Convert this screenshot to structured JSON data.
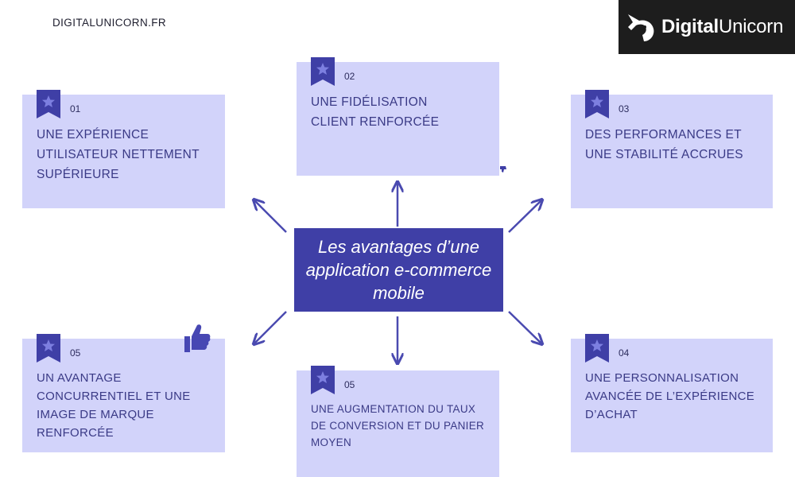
{
  "header": {
    "site_url": "DIGITALUNICORN.FR",
    "logo_bold": "Digital",
    "logo_light": "Unicorn"
  },
  "center": {
    "title": "Les avantages d’une application e-commerce mobile"
  },
  "cards": {
    "c01": {
      "number": "01",
      "text": "UNE EXPÉRIENCE UTILISATEUR NETTEMENT SUPÉRIEURE"
    },
    "c02": {
      "number": "02",
      "text": "UNE FIDÉLISATION CLIENT RENFORCÉE"
    },
    "c03": {
      "number": "03",
      "text": "DES PERFORMANCES ET UNE STABILITÉ ACCRUES"
    },
    "c05a": {
      "number": "05",
      "text": "UN AVANTAGE CONCURRENTIEL ET UNE IMAGE DE MARQUE RENFORCÉE"
    },
    "c05b": {
      "number": "05",
      "text": "UNE AUGMENTATION DU TAUX DE CONVERSION ET DU PANIER MOYEN"
    },
    "c04": {
      "number": "04",
      "text": "UNE PERSONNALISATION AVANCÉE DE L’EXPÉRIENCE D’ACHAT"
    }
  },
  "colors": {
    "card_bg": "#d2d3fa",
    "accent": "#3f3fa6",
    "logo_bg": "#1d1d1d"
  },
  "icons": [
    "bookmark-star-icon",
    "thumbs-up-icon",
    "unicorn-logo-icon",
    "arrow-icon"
  ]
}
